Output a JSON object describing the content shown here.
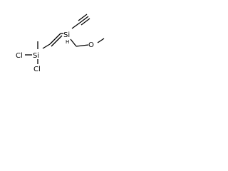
{
  "molecule": {
    "atoms": {
      "si1": "Si",
      "cl1": "Cl",
      "cl2": "Cl",
      "si2": "Si",
      "si2_h": "H",
      "o1": "O"
    }
  }
}
